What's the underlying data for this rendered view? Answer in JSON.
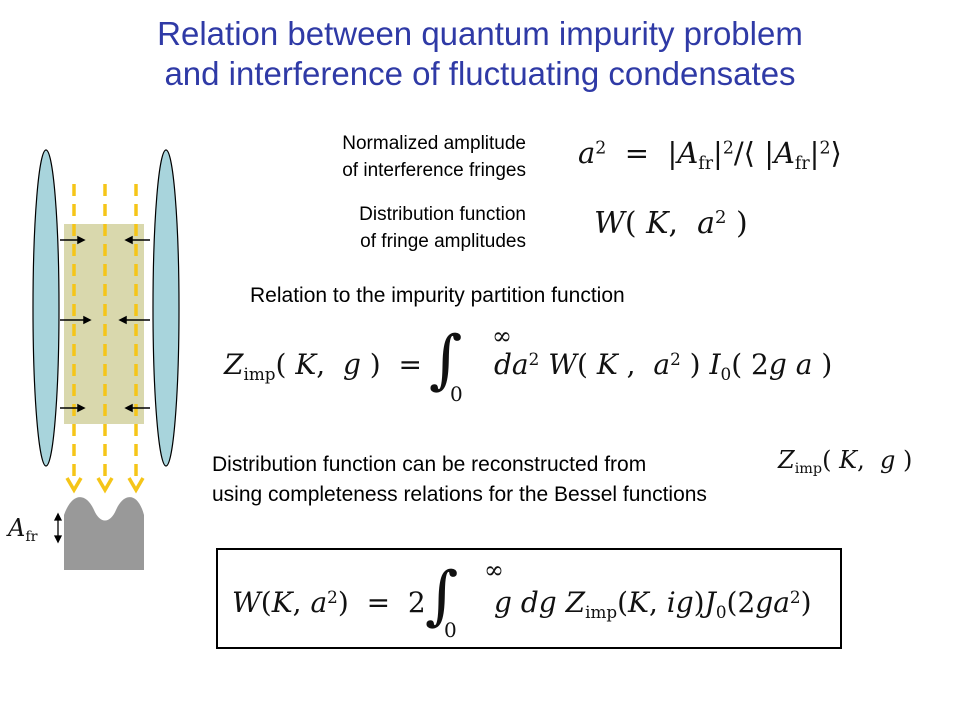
{
  "slide": {
    "title_line1": "Relation between quantum impurity problem",
    "title_line2": "and interference of fluctuating condensates",
    "label_amp_1": "Normalized amplitude",
    "label_amp_2": "of interference fringes",
    "label_dist_1": "Distribution function",
    "label_dist_2": "of fringe amplitudes",
    "relation_text": "Relation to the impurity partition function",
    "recon_line1": "Distribution function can be reconstructed from",
    "recon_line2": "using completeness relations for the Bessel functions",
    "afr_label_main": "A",
    "afr_label_sub": "fr"
  },
  "equations": {
    "amplitude": "a² = |A_fr|² / ⟨|A_fr|²⟩",
    "distribution": "W( K, a² )",
    "partition": "Z_imp( K, g ) = ∫_0^∞ da² W( K , a² ) I_0( 2g a )",
    "zimp_inline": "Z_imp( K, g )",
    "reconstruction": "W(K, a²) = 2 ∫_0^∞ g dg Z_imp(K, ig) J_0(2ga²)"
  },
  "colors": {
    "title": "#2f3aa6",
    "condensate_fill": "#a8d4dc",
    "overlap_fill": "#d9d8ad",
    "dashed_lines": "#f5c518",
    "fringe_fill": "#999999"
  }
}
